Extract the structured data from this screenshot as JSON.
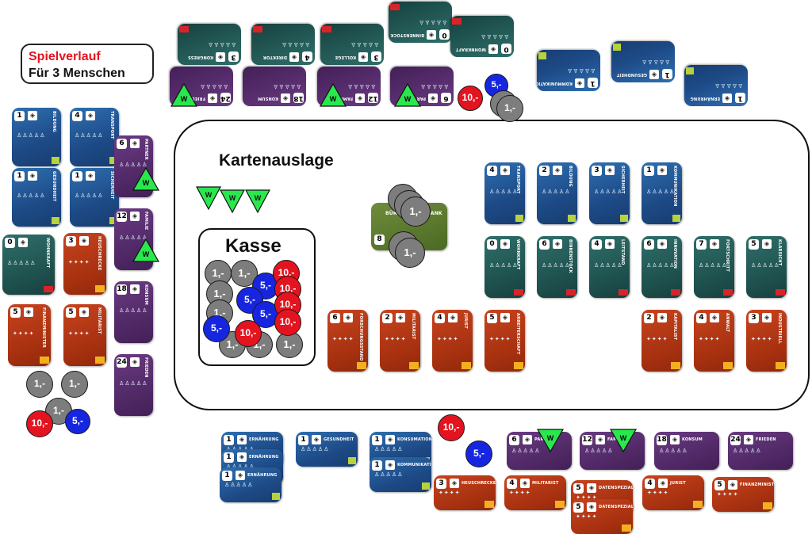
{
  "spielverlauf": {
    "line1": "Spielverlauf",
    "line2": "Für 3 Menschen",
    "line1_color": "#e3141f"
  },
  "board": {
    "title": "Kartenauslage",
    "kasse": "Kasse",
    "w_markers": [
      "W",
      "W",
      "W"
    ]
  },
  "buergschaftsbank": {
    "title": "BÜRGSCHAFTSBANK",
    "number": "8",
    "coin_label": "1,-"
  },
  "coins": {
    "one": "1,-",
    "five": "5,-",
    "ten": "10,-"
  },
  "colors": {
    "blue_card": "#1d4a86",
    "teal_card": "#1d4f4c",
    "red_card": "#a5300f",
    "purple_card": "#4e2763",
    "w_green": "#29e84e",
    "yellow_badge": "#b7d23a",
    "orange_badge": "#f3b01e"
  },
  "board_cards": {
    "blue_row": [
      {
        "title": "TRANSPORT",
        "num": "4"
      },
      {
        "title": "BILDUNG",
        "num": "2"
      },
      {
        "title": "SICHERHEIT",
        "num": "3"
      },
      {
        "title": "KOMMUNIKATION",
        "num": "1"
      }
    ],
    "teal_row": [
      {
        "title": "WOHNKRAFT",
        "num": "0"
      },
      {
        "title": "BINNENSTOCK",
        "num": "6"
      },
      {
        "title": "LEITSTAND",
        "num": "4"
      },
      {
        "title": "INNOVATION",
        "num": "6"
      },
      {
        "title": "FORTSCHRITT",
        "num": "7"
      },
      {
        "title": "KLARSICHT",
        "num": "5"
      }
    ],
    "red_row_left": [
      {
        "title": "FORSCHUNGSSTAND",
        "num": "6"
      },
      {
        "title": "MILITARIST",
        "num": "2"
      },
      {
        "title": "JURIST",
        "num": "4"
      },
      {
        "title": "ARBEITERSCHAFT",
        "num": "5"
      }
    ],
    "red_row_right": [
      {
        "title": "KAPITALIST",
        "num": "2"
      },
      {
        "title": "ANWALT",
        "num": "4"
      },
      {
        "title": "INDUSTRIELL",
        "num": "3"
      }
    ]
  },
  "top_cards": {
    "teal_upside": [
      {
        "title": "KONGRESS",
        "num": "3"
      },
      {
        "title": "DIREKTOR",
        "num": "4"
      },
      {
        "title": "KOLLEGE",
        "num": "3"
      },
      {
        "title": "BINNENSTOCK",
        "num": "0"
      },
      {
        "title": "WOHNKRAFT",
        "num": "0"
      }
    ],
    "purple_upside": [
      {
        "title": "FRIEDEN",
        "num": "24"
      },
      {
        "title": "KONSUM",
        "num": "18"
      },
      {
        "title": "FAMILIE",
        "num": "12"
      },
      {
        "title": "PARTNER",
        "num": "6"
      }
    ],
    "blue_upside": [
      {
        "title": "KOMMUNIKATION",
        "num": "1"
      },
      {
        "title": "GESUNDHEIT",
        "num": "1"
      },
      {
        "title": "ERNÄHRUNG",
        "num": "1"
      }
    ]
  },
  "left_cards": {
    "blue": [
      {
        "title": "BILDUNG",
        "num": "1"
      },
      {
        "title": "TRANSPORT",
        "num": "4"
      },
      {
        "title": "GESUNDHEIT",
        "num": "1"
      },
      {
        "title": "SICHERHEIT",
        "num": "1"
      }
    ],
    "teal": {
      "title": "WOHNKRAFT",
      "num": "0"
    },
    "red": [
      {
        "title": "HEUSCHRECKE",
        "num": "3"
      },
      {
        "title": "FINANZMINISTER",
        "num": "5"
      },
      {
        "title": "MILITARIST",
        "num": "5"
      }
    ],
    "purple": [
      {
        "title": "PARTNER",
        "num": "6"
      },
      {
        "title": "FAMILIE",
        "num": "12"
      },
      {
        "title": "KONSUM",
        "num": "18"
      },
      {
        "title": "FRIEDEN",
        "num": "24"
      }
    ]
  },
  "bottom_cards": {
    "blue": [
      {
        "title": "ERNÄHRUNG",
        "num": "1"
      },
      {
        "title": "ERNÄHRUNG",
        "num": "1"
      },
      {
        "title": "ERNÄHRUNG",
        "num": "1"
      },
      {
        "title": "GESUNDHEIT",
        "num": "1"
      },
      {
        "title": "KONSUMATION",
        "num": "1"
      },
      {
        "title": "KOMMUNIKATION",
        "num": "1"
      }
    ],
    "purple": [
      {
        "title": "PARTNER",
        "num": "6"
      },
      {
        "title": "FAMILIE",
        "num": "12"
      },
      {
        "title": "KONSUM",
        "num": "18"
      },
      {
        "title": "FRIEDEN",
        "num": "24"
      }
    ],
    "red": [
      {
        "title": "HEUSCHRECKE",
        "num": "3"
      },
      {
        "title": "MILITARIST",
        "num": "4"
      },
      {
        "title": "DATENSPEZIALIST",
        "num": "5"
      },
      {
        "title": "DATENSPEZIALIST",
        "num": "5"
      },
      {
        "title": "JURIST",
        "num": "4"
      },
      {
        "title": "FINANZMINISTER",
        "num": "5"
      }
    ]
  }
}
